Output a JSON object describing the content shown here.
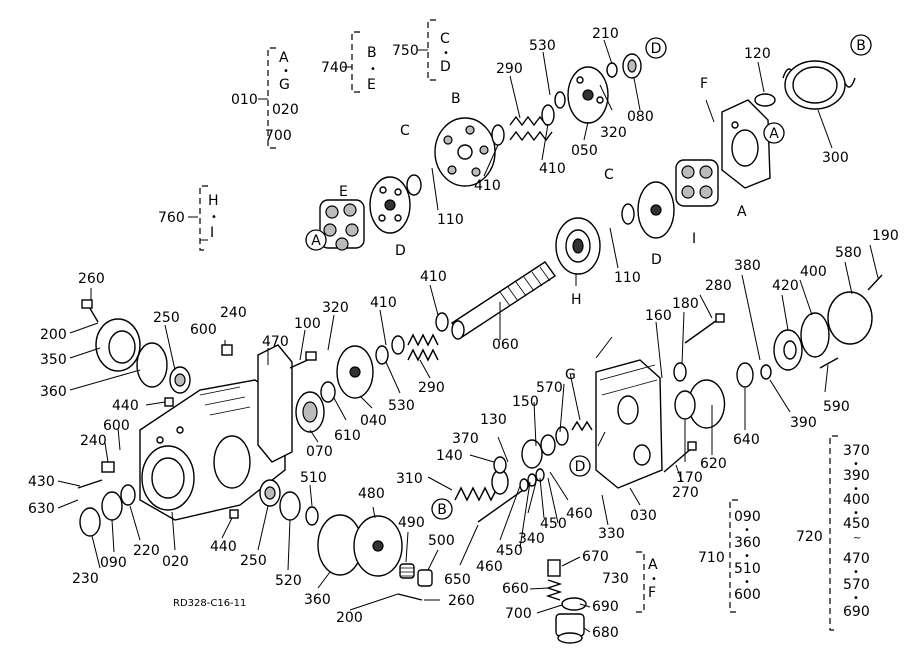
{
  "diagram_code": "RD328-C16-11",
  "part_labels": {
    "p010": "010",
    "p020a": "020",
    "p700": "700",
    "p740": "740",
    "p750": "750",
    "p760": "760",
    "p290a": "290",
    "p530a": "530",
    "p210": "210",
    "p120": "120",
    "p410a": "410",
    "p410b": "410",
    "p050": "050",
    "p320a": "320",
    "p080": "080",
    "p300": "300",
    "p110a": "110",
    "p110b": "110",
    "p260a": "260",
    "p200a": "200",
    "p350": "350",
    "p360a": "360",
    "p250a": "250",
    "p600a": "600",
    "p240a": "240",
    "p470": "470",
    "p100": "100",
    "p320b": "320",
    "p410c": "410",
    "p410d": "410",
    "p060": "060",
    "p280": "280",
    "p380": "380",
    "p400a": "400",
    "p580": "580",
    "p190": "190",
    "p160": "160",
    "p180": "180",
    "p420": "420",
    "p440a": "440",
    "p240b": "240",
    "p600b": "600",
    "p430": "430",
    "p630": "630",
    "p070": "070",
    "p610": "610",
    "p040": "040",
    "p530b": "530",
    "p290b": "290",
    "p570a": "570",
    "p150": "150",
    "p130": "130",
    "p370a": "370",
    "p140": "140",
    "p310": "310",
    "p460a": "460",
    "p460b": "460",
    "p450a": "450",
    "p450b": "450",
    "p340": "340",
    "p330": "330",
    "p030": "030",
    "p270": "270",
    "p170": "170",
    "p620": "620",
    "p640": "640",
    "p390a": "390",
    "p590": "590",
    "p230": "230",
    "p090a": "090",
    "p220": "220",
    "p020b": "020",
    "p440b": "440",
    "p250b": "250",
    "p520": "520",
    "p510a": "510",
    "p360b": "360",
    "p480": "480",
    "p490": "490",
    "p500": "500",
    "p200b": "200",
    "p260b": "260",
    "p650": "650",
    "p670": "670",
    "p660": "660",
    "p700b": "700",
    "p690a": "690",
    "p680": "680",
    "p730": "730",
    "p710": "710",
    "p720": "720"
  },
  "groups": {
    "g010": [
      "A",
      "•",
      "G",
      "020",
      "700"
    ],
    "g740": [
      "B",
      "•",
      "E"
    ],
    "g750": [
      "C",
      "•",
      "D"
    ],
    "g760": [
      "H",
      "•",
      "I"
    ],
    "g730": [
      "A",
      "•",
      "F"
    ],
    "g710": [
      "090",
      "•",
      "360",
      "•",
      "510",
      "•",
      "600"
    ],
    "g720": [
      "370",
      "•",
      "390",
      "•",
      "400",
      "•",
      "450",
      "~",
      "470",
      "•",
      "570",
      "•",
      "690"
    ]
  },
  "ref_letters": {
    "a_circ1": "A",
    "a_circ2": "A",
    "b_circ1": "B",
    "b_circ2": "B",
    "d_circ1": "D",
    "d_circ2": "D",
    "l_E": "E",
    "l_C1": "C",
    "l_B": "B",
    "l_D1": "D",
    "l_F": "F",
    "l_A": "A",
    "l_C2": "C",
    "l_I": "I",
    "l_D2": "D",
    "l_H": "H",
    "l_G": "G"
  }
}
